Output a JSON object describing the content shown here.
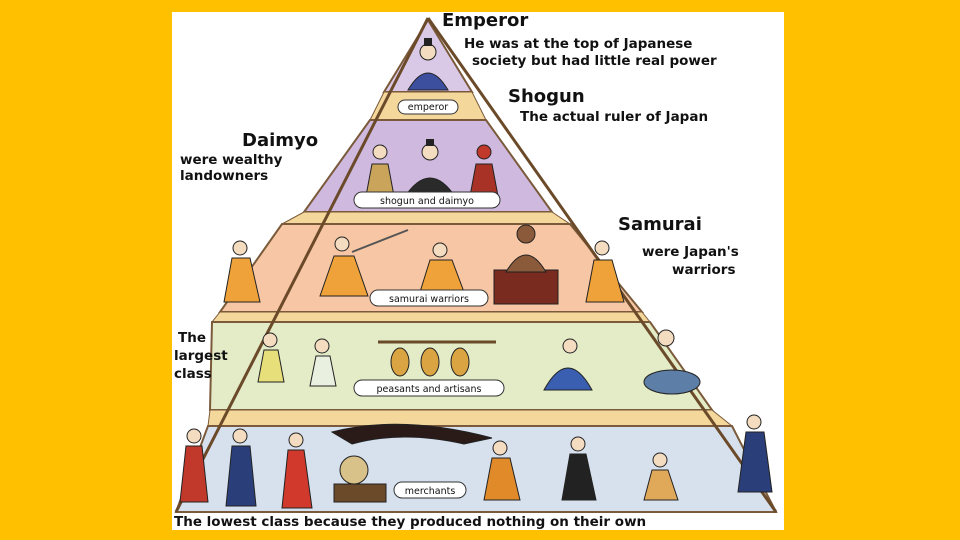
{
  "slide": {
    "background": "#FFC000"
  },
  "diagram": {
    "colors": {
      "tier1": "#D9C9E6",
      "tier2": "#CFB9DE",
      "tier3": "#F7C6A5",
      "tier4": "#E3EBC7",
      "tier5": "#D7E1EE",
      "band": "#F3D79B"
    },
    "tiers": [
      {
        "label": "emperor"
      },
      {
        "label": "shogun and daimyo"
      },
      {
        "label": "samurai warriors"
      },
      {
        "label": "peasants and artisans"
      },
      {
        "label": "merchants"
      }
    ],
    "callouts": {
      "emperor": {
        "title": "Emperor",
        "lines": [
          "He was at the top of Japanese",
          "society but had little real power"
        ]
      },
      "shogun": {
        "title": "Shogun",
        "lines": [
          "The actual ruler of Japan"
        ]
      },
      "daimyo": {
        "title": "Daimyo",
        "lines": [
          "were wealthy",
          "landowners"
        ]
      },
      "samurai": {
        "title": "Samurai",
        "lines": [
          "were Japan's",
          "warriors"
        ]
      },
      "largest": {
        "lines": [
          "The",
          "largest",
          "class"
        ]
      },
      "lowest": {
        "lines": [
          "The lowest class because they produced nothing on their own"
        ]
      }
    }
  }
}
